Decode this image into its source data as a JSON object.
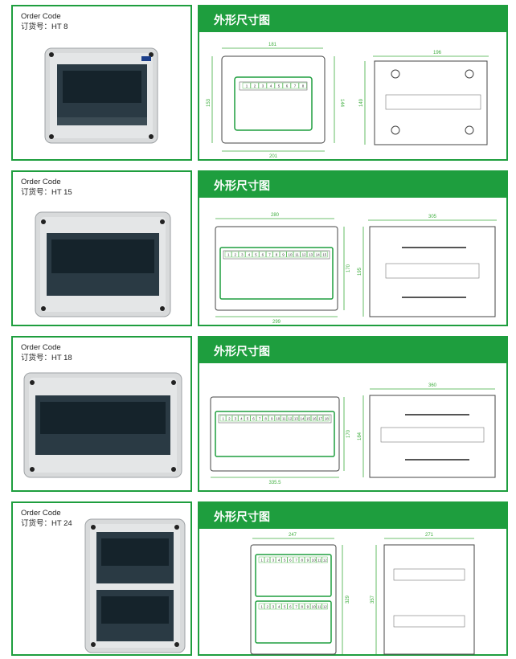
{
  "colors": {
    "accent": "#1e9e3e",
    "dimension": "#3fae3f"
  },
  "section_heading": "外形尺寸图",
  "products": [
    {
      "order_code_label": "Order Code",
      "order_no_label": "订货号：HT 8",
      "front_dims": [
        "181",
        "153",
        "144",
        "201"
      ],
      "side_dims": [
        "196",
        "149"
      ],
      "module_numbers": [
        "1",
        "2",
        "3",
        "4",
        "5",
        "6",
        "7",
        "8"
      ]
    },
    {
      "order_code_label": "Order Code",
      "order_no_label": "订货号：HT 15",
      "front_dims": [
        "280",
        "170",
        "299"
      ],
      "side_dims": [
        "305",
        "195"
      ],
      "module_numbers": [
        "1",
        "2",
        "3",
        "4",
        "5",
        "6",
        "7",
        "8",
        "9",
        "10",
        "11",
        "12",
        "13",
        "14",
        "15"
      ]
    },
    {
      "order_code_label": "Order Code",
      "order_no_label": "订货号：HT 18",
      "front_dims": [
        "170",
        "335.5"
      ],
      "side_dims": [
        "360",
        "184"
      ],
      "module_numbers": [
        "1",
        "2",
        "3",
        "4",
        "5",
        "6",
        "7",
        "8",
        "9",
        "10",
        "11",
        "12",
        "13",
        "14",
        "15",
        "16",
        "17",
        "18"
      ]
    },
    {
      "order_code_label": "Order Code",
      "order_no_label": "订货号：HT 24",
      "front_dims": [
        "247",
        "329"
      ],
      "side_dims": [
        "271",
        "357"
      ],
      "module_numbers": [
        "1",
        "2",
        "3",
        "4",
        "5",
        "6",
        "7",
        "8",
        "9",
        "10",
        "11",
        "12"
      ]
    }
  ]
}
